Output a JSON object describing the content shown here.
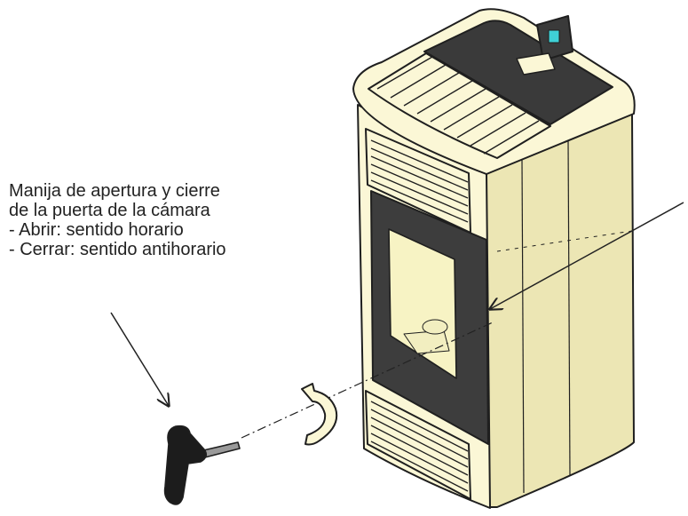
{
  "annotation": {
    "lines": [
      "Manija de apertura y cierre",
      "de la puerta de la cámara",
      "- Abrir: sentido horario",
      "- Cerrar: sentido antihorario"
    ]
  },
  "colors": {
    "stove_body": "#fbf7d6",
    "stove_shadow": "#ece6b4",
    "door_panel": "#3d3d3d",
    "glass": "#f7f3c4",
    "top_plate": "#3a3a3a",
    "control_screen": "#3fd0d6",
    "outline": "#1f1f1f"
  },
  "icons": {
    "handle": "t-handle-icon",
    "rotation": "rotate-arrow-icon"
  }
}
